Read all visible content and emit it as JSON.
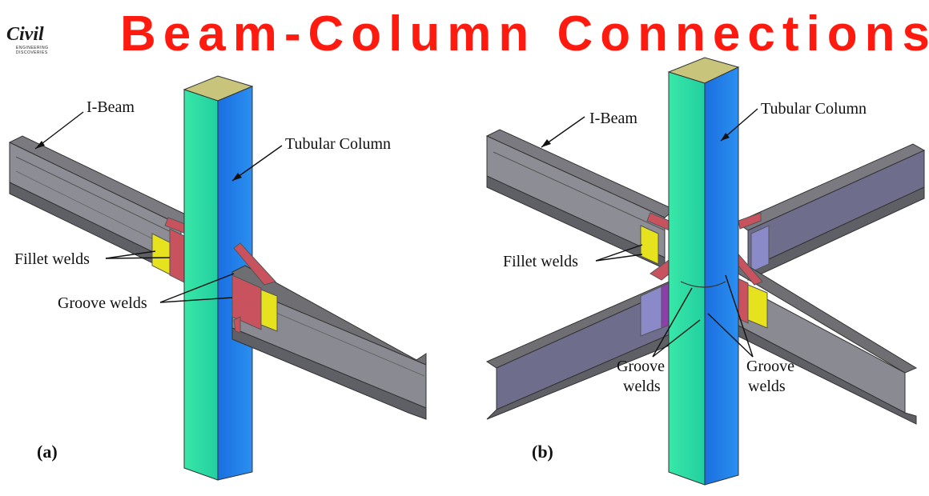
{
  "title": "Beam-Column Connections",
  "logo": {
    "word": "Civil",
    "sub": "ENGINEERING DISCOVERIES"
  },
  "figure_a": {
    "panel": "(a)",
    "ibeam": "I-Beam",
    "column": "Tubular Column",
    "fillet": "Fillet welds",
    "groove": "Groove welds"
  },
  "figure_b": {
    "panel": "(b)",
    "ibeam": "I-Beam",
    "column": "Tubular Column",
    "fillet": "Fillet welds",
    "groove_left_1": "Groove",
    "groove_left_2": "welds",
    "groove_right_1": "Groove",
    "groove_right_2": "welds"
  },
  "colors": {
    "title": "#ff1a10",
    "column_front": "#2fe0a4",
    "column_side": "#1c7be8",
    "column_top": "#c9c47c",
    "beam_flange": "#6e6e73",
    "beam_web": "#8a8a92",
    "shear_tab": "#c8535e",
    "fillet_weld": "#e6e31e",
    "gusset": "#c8535e"
  }
}
